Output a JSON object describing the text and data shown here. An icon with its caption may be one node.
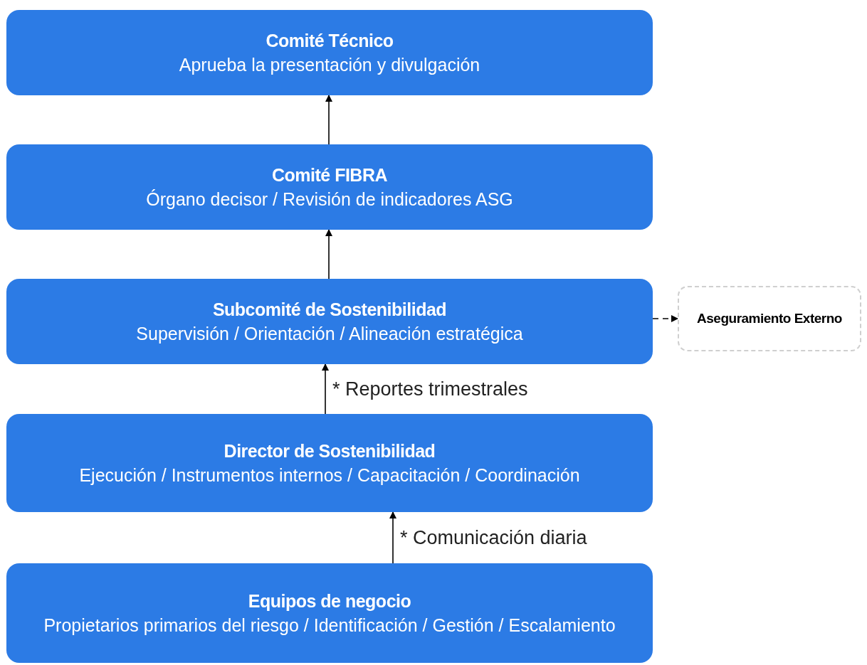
{
  "diagram": {
    "nodes": [
      {
        "text": [
          "Comité Técnico",
          "Aprueba la presentación y divulgación"
        ]
      },
      {
        "text": [
          "Comité FIBRA",
          "Órgano decisor / Revisión de indicadores ASG"
        ]
      },
      {
        "text": [
          "Subcomité de Sostenibilidad",
          "Supervisión / Orientación / Alineación estratégica"
        ]
      },
      {
        "text": [
          "Director de Sostenibilidad",
          "Ejecución / Instrumentos internos / Capacitación / Coordinación"
        ]
      },
      {
        "text": [
          "Equipos de negocio",
          "Propietarios primarios del riesgo / Identificación / Gestión / Escalamiento"
        ]
      },
      {
        "text": [
          "Aseguramiento Externo"
        ]
      }
    ],
    "edges": [
      {
        "from": 1,
        "to": 0,
        "arrow": "to"
      },
      {
        "from": 2,
        "to": 1,
        "arrow": "to"
      },
      {
        "from": 3,
        "to": 2,
        "arrow": "to",
        "label": "* Reportes trimestrales"
      },
      {
        "from": 4,
        "to": 3,
        "arrow": "to",
        "label": "* Comunicación diaria"
      },
      {
        "from": 2,
        "to": 5,
        "arrow": "to",
        "style": "dashed"
      }
    ]
  }
}
